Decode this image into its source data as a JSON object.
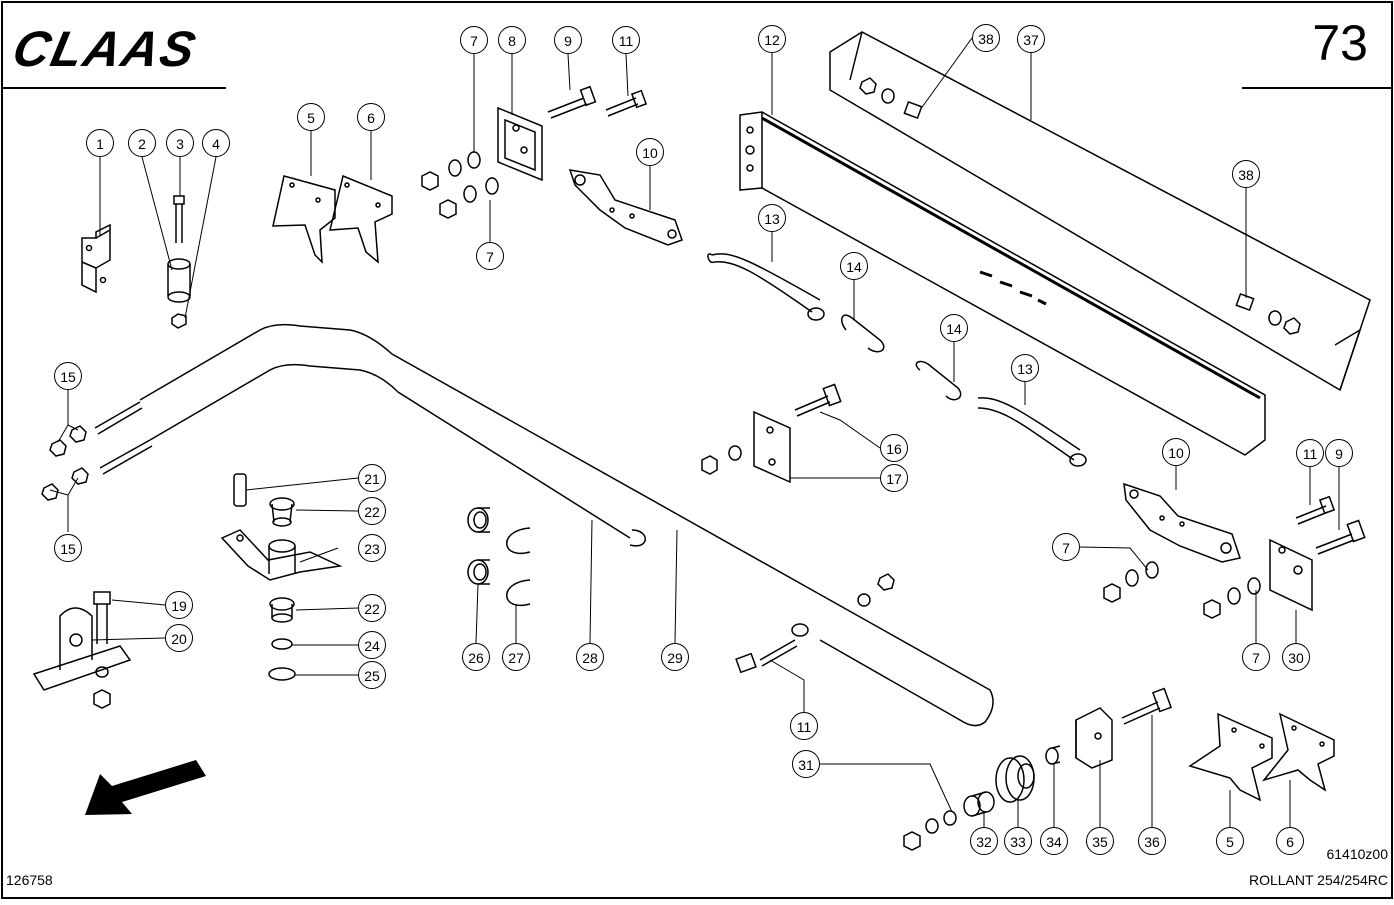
{
  "header": {
    "brand": "CLAAS",
    "page_number": "73"
  },
  "footer": {
    "document_number": "126758",
    "drawing_code": "61410z00",
    "model": "ROLLANT 254/254RC"
  },
  "callouts": [
    {
      "id": "c1",
      "label": "1"
    },
    {
      "id": "c2",
      "label": "2"
    },
    {
      "id": "c3",
      "label": "3"
    },
    {
      "id": "c4",
      "label": "4"
    },
    {
      "id": "c5a",
      "label": "5"
    },
    {
      "id": "c6a",
      "label": "6"
    },
    {
      "id": "c7a",
      "label": "7"
    },
    {
      "id": "c8",
      "label": "8"
    },
    {
      "id": "c9a",
      "label": "9"
    },
    {
      "id": "c11a",
      "label": "11"
    },
    {
      "id": "c10a",
      "label": "10"
    },
    {
      "id": "c7b",
      "label": "7"
    },
    {
      "id": "c12",
      "label": "12"
    },
    {
      "id": "c38a",
      "label": "38"
    },
    {
      "id": "c37",
      "label": "37"
    },
    {
      "id": "c38b",
      "label": "38"
    },
    {
      "id": "c13a",
      "label": "13"
    },
    {
      "id": "c14a",
      "label": "14"
    },
    {
      "id": "c14b",
      "label": "14"
    },
    {
      "id": "c13b",
      "label": "13"
    },
    {
      "id": "c15a",
      "label": "15"
    },
    {
      "id": "c15b",
      "label": "15"
    },
    {
      "id": "c16",
      "label": "16"
    },
    {
      "id": "c17",
      "label": "17"
    },
    {
      "id": "c10b",
      "label": "10"
    },
    {
      "id": "c11b",
      "label": "11"
    },
    {
      "id": "c9b",
      "label": "9"
    },
    {
      "id": "c7c",
      "label": "7"
    },
    {
      "id": "c7d",
      "label": "7"
    },
    {
      "id": "c30",
      "label": "30"
    },
    {
      "id": "c21",
      "label": "21"
    },
    {
      "id": "c22a",
      "label": "22"
    },
    {
      "id": "c23",
      "label": "23"
    },
    {
      "id": "c22b",
      "label": "22"
    },
    {
      "id": "c24",
      "label": "24"
    },
    {
      "id": "c25",
      "label": "25"
    },
    {
      "id": "c19",
      "label": "19"
    },
    {
      "id": "c20",
      "label": "20"
    },
    {
      "id": "c26",
      "label": "26"
    },
    {
      "id": "c27",
      "label": "27"
    },
    {
      "id": "c28",
      "label": "28"
    },
    {
      "id": "c29",
      "label": "29"
    },
    {
      "id": "c11c",
      "label": "11"
    },
    {
      "id": "c31",
      "label": "31"
    },
    {
      "id": "c32",
      "label": "32"
    },
    {
      "id": "c33",
      "label": "33"
    },
    {
      "id": "c34",
      "label": "34"
    },
    {
      "id": "c35",
      "label": "35"
    },
    {
      "id": "c36",
      "label": "36"
    },
    {
      "id": "c5b",
      "label": "5"
    },
    {
      "id": "c6b",
      "label": "6"
    }
  ]
}
